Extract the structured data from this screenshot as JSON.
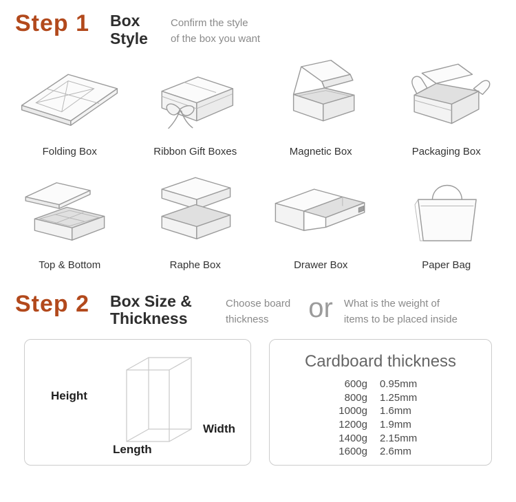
{
  "step1": {
    "step_label": "Step 1",
    "title_line1": "Box",
    "title_line2": "Style",
    "subtitle_line1": "Confirm the style",
    "subtitle_line2": "of the box you want",
    "boxes": [
      {
        "label": "Folding Box",
        "icon": "folding-box-icon"
      },
      {
        "label": "Ribbon Gift Boxes",
        "icon": "ribbon-gift-boxes-icon"
      },
      {
        "label": "Magnetic Box",
        "icon": "magnetic-box-icon"
      },
      {
        "label": "Packaging Box",
        "icon": "packaging-box-icon"
      },
      {
        "label": "Top & Bottom",
        "icon": "top-bottom-box-icon"
      },
      {
        "label": "Raphe Box",
        "icon": "raphe-box-icon"
      },
      {
        "label": "Drawer Box",
        "icon": "drawer-box-icon"
      },
      {
        "label": "Paper Bag",
        "icon": "paper-bag-icon"
      }
    ]
  },
  "step2": {
    "step_label": "Step 2",
    "title_line1": "Box Size &",
    "title_line2": "Thickness",
    "option1_line1": "Choose board",
    "option1_line2": "thickness",
    "or_label": "or",
    "option2_line1": "What is the weight of",
    "option2_line2": "items to be placed inside",
    "dimensions": {
      "height": "Height",
      "width": "Width",
      "length": "Length"
    },
    "thickness_table": {
      "title": "Cardboard thickness",
      "rows": [
        {
          "weight": "600g",
          "thickness": "0.95mm"
        },
        {
          "weight": "800g",
          "thickness": "1.25mm"
        },
        {
          "weight": "1000g",
          "thickness": "1.6mm"
        },
        {
          "weight": "1200g",
          "thickness": "1.9mm"
        },
        {
          "weight": "1400g",
          "thickness": "2.15mm"
        },
        {
          "weight": "1600g",
          "thickness": "2.6mm"
        }
      ]
    }
  },
  "colors": {
    "accent": "#b2491c",
    "heading": "#2e2e2e",
    "muted": "#8a8a8a"
  }
}
